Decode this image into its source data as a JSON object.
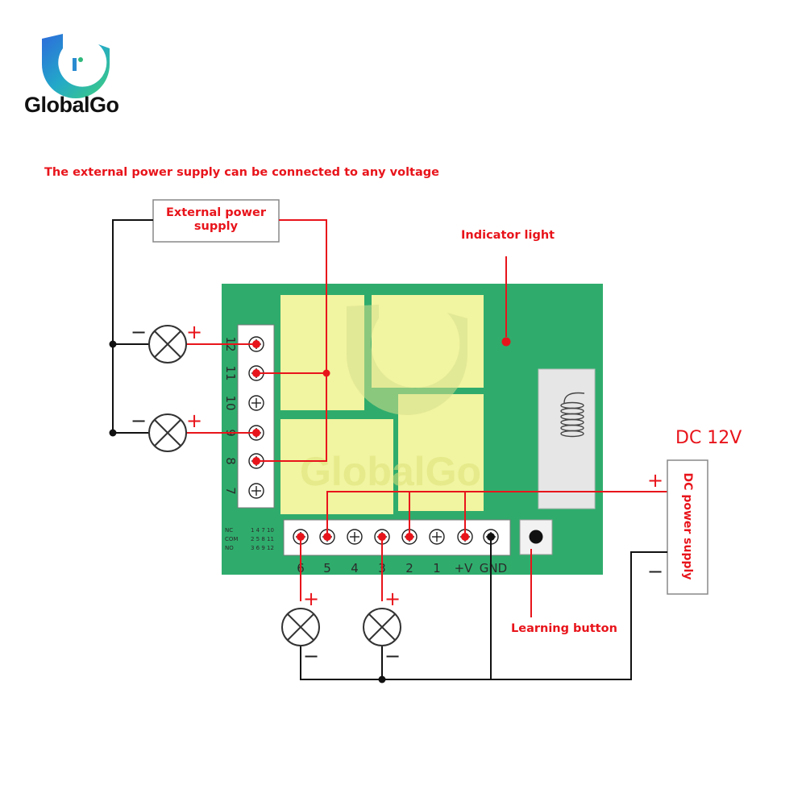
{
  "brand": {
    "name": "GlobalGo",
    "watermark": "GlobalGo"
  },
  "notes": {
    "external_any_voltage": "The external power supply can be connected to any voltage",
    "external_power_supply": "External power supply",
    "indicator_light": "Indicator light",
    "learning_button": "Learning button",
    "dc_voltage": "DC 12V",
    "dc_power_supply": "DC power supply"
  },
  "board": {
    "side_terminals": [
      "12",
      "11",
      "10",
      "9",
      "8",
      "7"
    ],
    "bottom_terminals": [
      "6",
      "5",
      "4",
      "3",
      "2",
      "1",
      "+V",
      "GND"
    ],
    "relay_legend": [
      {
        "label": "NC",
        "pins": "1 4 7 10"
      },
      {
        "label": "COM",
        "pins": "2 5 8 11"
      },
      {
        "label": "NO",
        "pins": "3 6 9 12"
      }
    ]
  },
  "polarity": {
    "plus": "+",
    "minus": "−"
  },
  "colors": {
    "board": "#2fac6c",
    "relay": "#f1f4a0",
    "accent": "#e8141b",
    "wire": "#111111"
  }
}
